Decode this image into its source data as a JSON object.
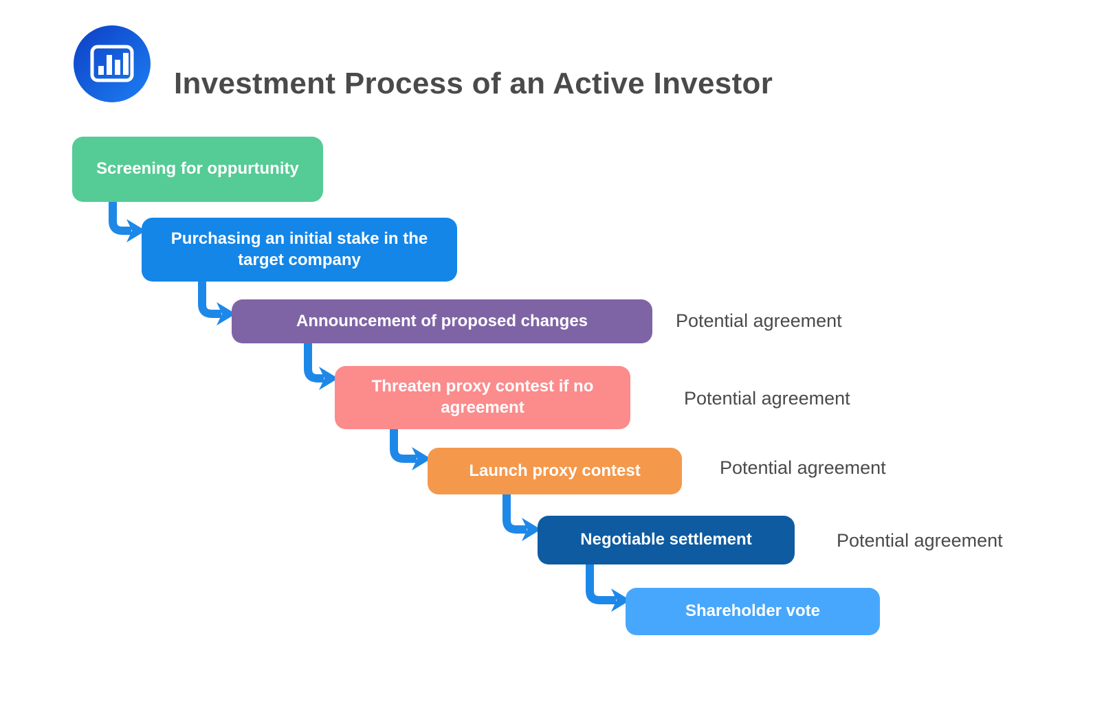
{
  "header": {
    "title": "Investment Process of an Active Investor",
    "logo_icon": "bar-chart-icon"
  },
  "colors": {
    "background": "#ffffff",
    "title_text": "#4a4a4a",
    "annotation_text": "#4a4a4a",
    "box_text": "#ffffff",
    "arrow": "#1e88e8",
    "logo_gradient_start": "#0d3fc4",
    "logo_gradient_end": "#1d7ff4"
  },
  "steps": [
    {
      "label": "Screening for oppurtunity",
      "color": "#55cb95",
      "annotation": null
    },
    {
      "label": "Purchasing an initial stake in the target company",
      "color": "#1486e8",
      "annotation": null
    },
    {
      "label": "Announcement of proposed changes",
      "color": "#7f64a5",
      "annotation": "Potential agreement"
    },
    {
      "label": "Threaten proxy contest if no agreement",
      "color": "#fc8b8c",
      "annotation": "Potential agreement"
    },
    {
      "label": "Launch proxy contest",
      "color": "#f4984c",
      "annotation": "Potential agreement"
    },
    {
      "label": "Negotiable settlement",
      "color": "#0e5ba1",
      "annotation": "Potential agreement"
    },
    {
      "label": "Shareholder vote",
      "color": "#47a7fc",
      "annotation": null
    }
  ]
}
